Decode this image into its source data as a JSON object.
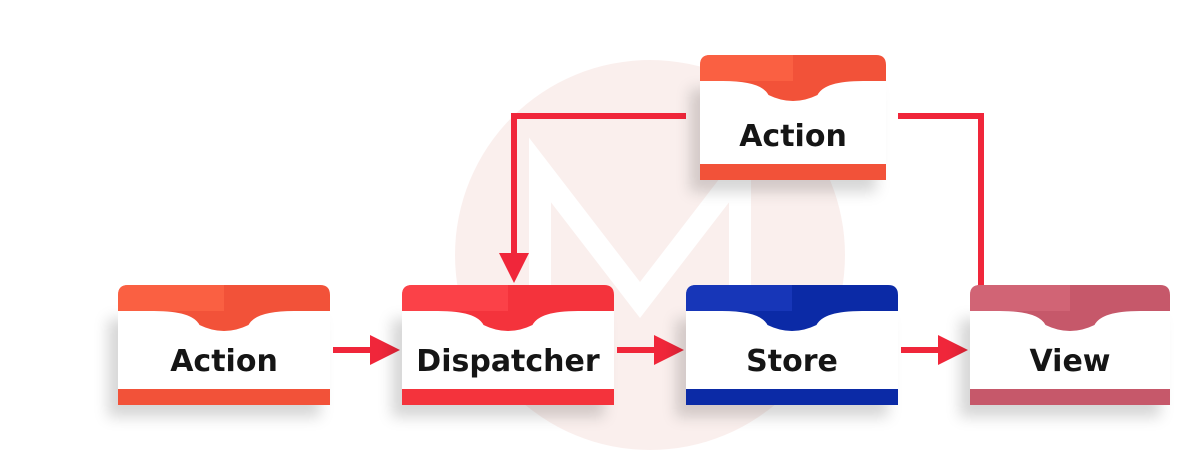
{
  "nodes": [
    {
      "id": "action_top",
      "label": "Action",
      "color": "#f25239",
      "accent": "#ff6a4a"
    },
    {
      "id": "action",
      "label": "Action",
      "color": "#f25239",
      "accent": "#ff6a4a"
    },
    {
      "id": "dispatcher",
      "label": "Dispatcher",
      "color": "#f4333c",
      "accent": "#ff4b50"
    },
    {
      "id": "store",
      "label": "Store",
      "color": "#0b2aa6",
      "accent": "#1f3fc4"
    },
    {
      "id": "view",
      "label": "View",
      "color": "#c6586a",
      "accent": "#d96c7d"
    }
  ],
  "edges": [
    {
      "from": "action",
      "to": "dispatcher"
    },
    {
      "from": "dispatcher",
      "to": "store"
    },
    {
      "from": "store",
      "to": "view"
    },
    {
      "from": "view",
      "to": "action_top"
    },
    {
      "from": "action_top",
      "to": "dispatcher"
    }
  ],
  "colors": {
    "arrow": "#f0263a",
    "watermark": "#f3c9c4",
    "label": "#151515"
  }
}
